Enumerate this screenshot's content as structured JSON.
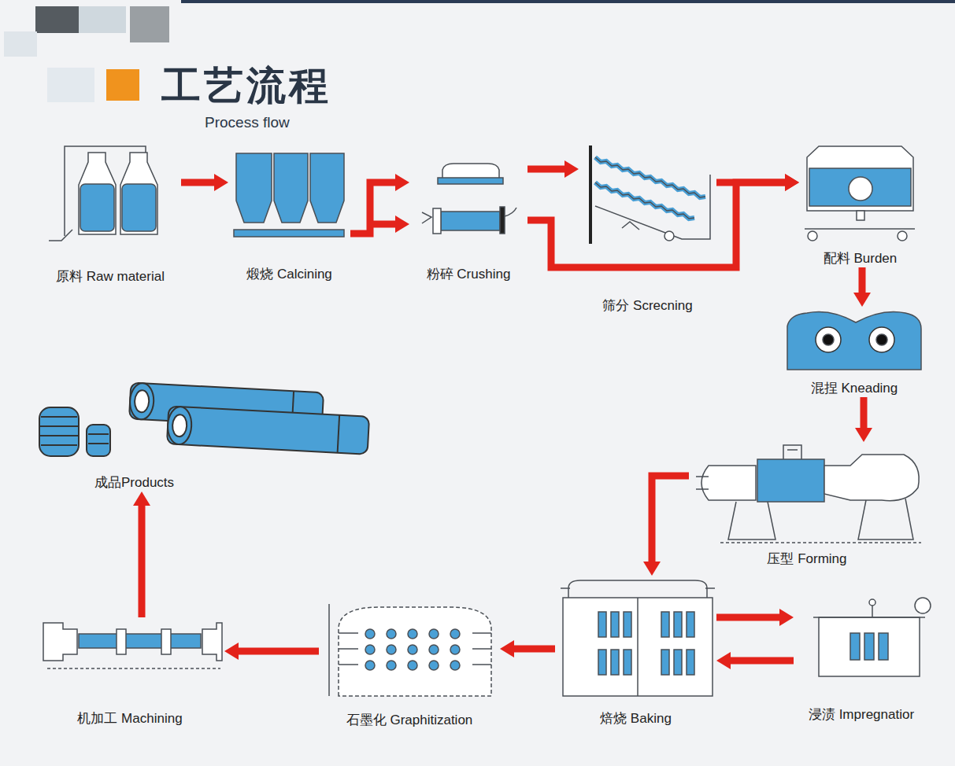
{
  "diagram": {
    "title": "工艺流程",
    "nodes": [
      {
        "text": [
          "原料 Raw material"
        ]
      },
      {
        "text": [
          "煅烧 Calcining"
        ]
      },
      {
        "text": [
          "粉碎 Crushing"
        ]
      },
      {
        "text": [
          "筛分 Screcning"
        ]
      },
      {
        "text": [
          "配料 Burden"
        ]
      },
      {
        "text": [
          "混捏 Kneading"
        ]
      },
      {
        "text": [
          "压型 Forming"
        ]
      },
      {
        "text": [
          "焙烧 Baking"
        ]
      },
      {
        "text": [
          "浸渍 Impregnatior"
        ]
      },
      {
        "text": [
          "石墨化 Graphitization"
        ]
      },
      {
        "text": [
          "机加工 Machining"
        ]
      },
      {
        "text": [
          "成品Products"
        ]
      }
    ],
    "edges": [
      {
        "from": 0,
        "to": 1,
        "arrow": "to"
      },
      {
        "from": 1,
        "to": 2,
        "arrow": "to"
      },
      {
        "from": 2,
        "to": 3,
        "arrow": "to"
      },
      {
        "from": 2,
        "to": 4,
        "arrow": "to"
      },
      {
        "from": 3,
        "to": 4,
        "arrow": "to"
      },
      {
        "from": 4,
        "to": 5,
        "arrow": "to"
      },
      {
        "from": 5,
        "to": 6,
        "arrow": "to"
      },
      {
        "from": 6,
        "to": 7,
        "arrow": "to"
      },
      {
        "from": 7,
        "to": 8,
        "arrow": "to"
      },
      {
        "from": 8,
        "to": 7,
        "arrow": "to"
      },
      {
        "from": 7,
        "to": 9,
        "arrow": "to"
      },
      {
        "from": 9,
        "to": 10,
        "arrow": "to"
      },
      {
        "from": 10,
        "to": 11,
        "arrow": "to"
      }
    ],
    "labels": [
      "Process flow"
    ]
  }
}
